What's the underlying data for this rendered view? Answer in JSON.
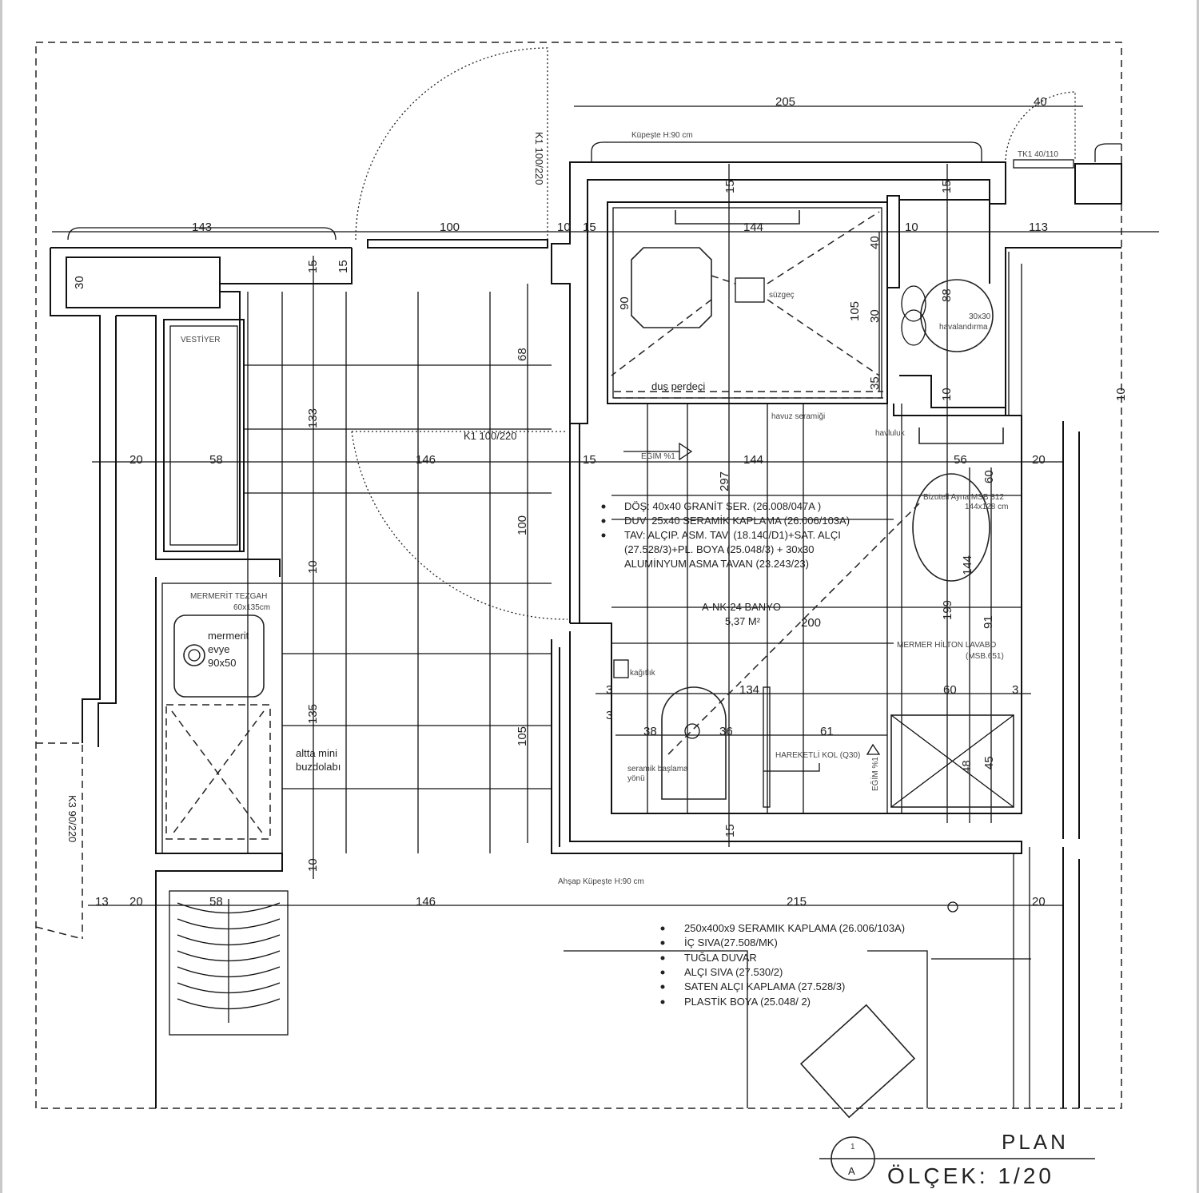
{
  "dims": {
    "top": [
      "205",
      "40"
    ],
    "row1": [
      "143",
      "100",
      "10",
      "15",
      "144",
      "10",
      "113"
    ],
    "row2": [
      "20",
      "58",
      "146",
      "15",
      "144",
      "56",
      "20"
    ],
    "row3": [
      "13",
      "20",
      "58",
      "146",
      "215",
      "20"
    ],
    "vert_left": [
      "30",
      "15",
      "15",
      "133",
      "10",
      "135",
      "10"
    ],
    "vert_hall": [
      "68",
      "100",
      "105"
    ],
    "vert_bath": [
      "15",
      "15",
      "40",
      "105",
      "30",
      "35",
      "90",
      "88",
      "10",
      "10",
      "297",
      "199",
      "144",
      "91",
      "60",
      "15",
      "48",
      "45"
    ],
    "inner": [
      "134",
      "60",
      "3",
      "3",
      "3",
      "38",
      "36",
      "61",
      "200"
    ]
  },
  "labels": {
    "kupeste": "Küpeşte H:90 cm",
    "tk1": "TK1 40/110",
    "k1_top": "K1 100/220",
    "suzgec": "süzgeç",
    "vent_size": "30x30",
    "vent": "havalandırma",
    "dus_perdeci": "duş perdeçi",
    "havuz": "havuz seramiği",
    "havluluk": "havluluk",
    "k1_hall": "K1 100/220",
    "egim": "EĞİM %1",
    "ayna": "Bizutell Ayna MSB 812",
    "ayna_size": "144x128 cm",
    "vestiyer": "VESTİYER",
    "tezgah": "MERMERİT TEZGAH",
    "tezgah_size": "60x135cm",
    "evye1": "mermerit",
    "evye2": "evye",
    "evye3": "90x50",
    "buz1": "altta mini",
    "buz2": "buzdolabı",
    "room": "A-NK-24 BANYO",
    "area": "5,37 M²",
    "lavabo": "MERMER HİLTON LAVABO",
    "lavabo_code": "(MSB.651)",
    "kagitlik": "kağıtlık",
    "seramik1": "seramik başlama",
    "seramik2": "yönü",
    "kol": "HAREKETLİ KOL (Q30)",
    "egim2": "EĞİM %1",
    "k3": "K3 90/220",
    "ahsap": "Ahşap Küpeşte H:90 cm"
  },
  "notes_room": [
    "DÖŞ: 40x40 GRANİT SER. (26.008/047A )",
    "DUV: 25x40 SERAMİK KAPLAMA (26.006/103A)",
    "TAV: ALÇIP. ASM. TAV. (18.140/D1)+SAT. ALÇI",
    "(27.528/3)+PL. BOYA (25.048/3) + 30x30",
    "ALUMİNYUM ASMA TAVAN (23.243/23)"
  ],
  "notes_wall": [
    "250x400x9 SERAMIK KAPLAMA (26.006/103A)",
    "İÇ SIVA(27.508/MK)",
    "TUĞLA DUVAR",
    "ALÇI SIVA (27.530/2)",
    "SATEN ALÇI KAPLAMA (27.528/3)",
    "PLASTİK  BOYA (25.048/ 2)"
  ],
  "title": {
    "plan": "PLAN",
    "scale": "ÖLÇEK: 1/20",
    "sheet_num": "1",
    "sheet_letter": "A"
  }
}
